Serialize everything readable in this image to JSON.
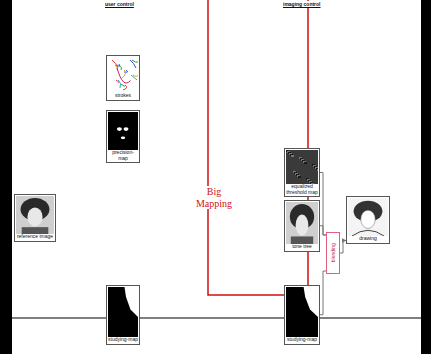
{
  "diagram": {
    "nodes": [
      {
        "text": [
          "reference image"
        ]
      },
      {
        "text": [
          "strokes"
        ]
      },
      {
        "text": [
          "precision-map"
        ]
      },
      {
        "text": [
          "studying-map"
        ]
      },
      {
        "text": [
          "equalized threshold map"
        ]
      },
      {
        "text": [
          "tone tree"
        ]
      },
      {
        "text": [
          "studying-map"
        ]
      },
      {
        "text": [
          "blending"
        ]
      },
      {
        "text": [
          "drawing"
        ]
      }
    ],
    "edges": [
      {
        "from": 4,
        "to": 7,
        "arrow": "none"
      },
      {
        "from": 5,
        "to": 7,
        "arrow": "none"
      },
      {
        "from": 6,
        "to": 7,
        "arrow": "none"
      },
      {
        "from": 7,
        "to": 8,
        "arrow": "to"
      }
    ],
    "labels": [
      "user control",
      "imaging control",
      "Big Mapping"
    ]
  }
}
